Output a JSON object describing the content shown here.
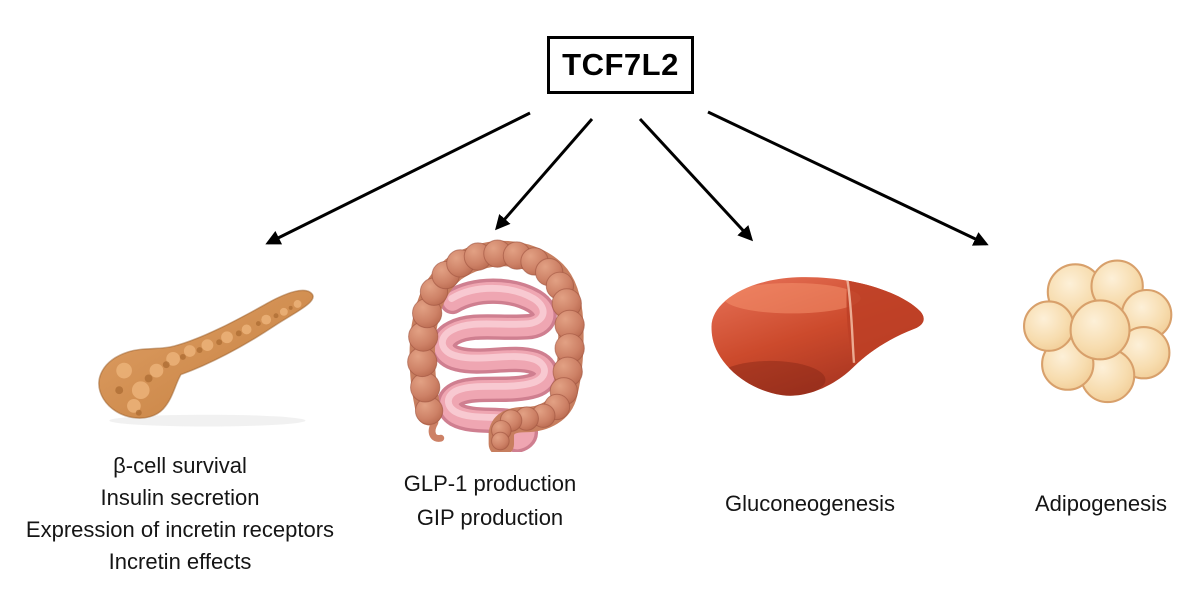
{
  "gene": {
    "label": "TCF7L2"
  },
  "branches": [
    {
      "organ": "pancreas",
      "effects": [
        "β-cell survival",
        "Insulin secretion",
        "Expression of incretin receptors",
        "Incretin effects"
      ]
    },
    {
      "organ": "intestine",
      "effects": [
        "GLP-1 production",
        "GIP production"
      ]
    },
    {
      "organ": "liver",
      "effects": [
        "Gluconeogenesis"
      ]
    },
    {
      "organ": "adipose-tissue",
      "effects": [
        "Adipogenesis"
      ]
    }
  ],
  "colors": {
    "background": "#ffffff",
    "text": "#151515",
    "arrow": "#000000",
    "gene_box_border": "#000000",
    "pancreas": "#d3914f",
    "intestine_large": "#cd8166",
    "intestine_small": "#efa6b2",
    "liver": "#c5492b",
    "adipocyte": "#f6d6a4"
  }
}
